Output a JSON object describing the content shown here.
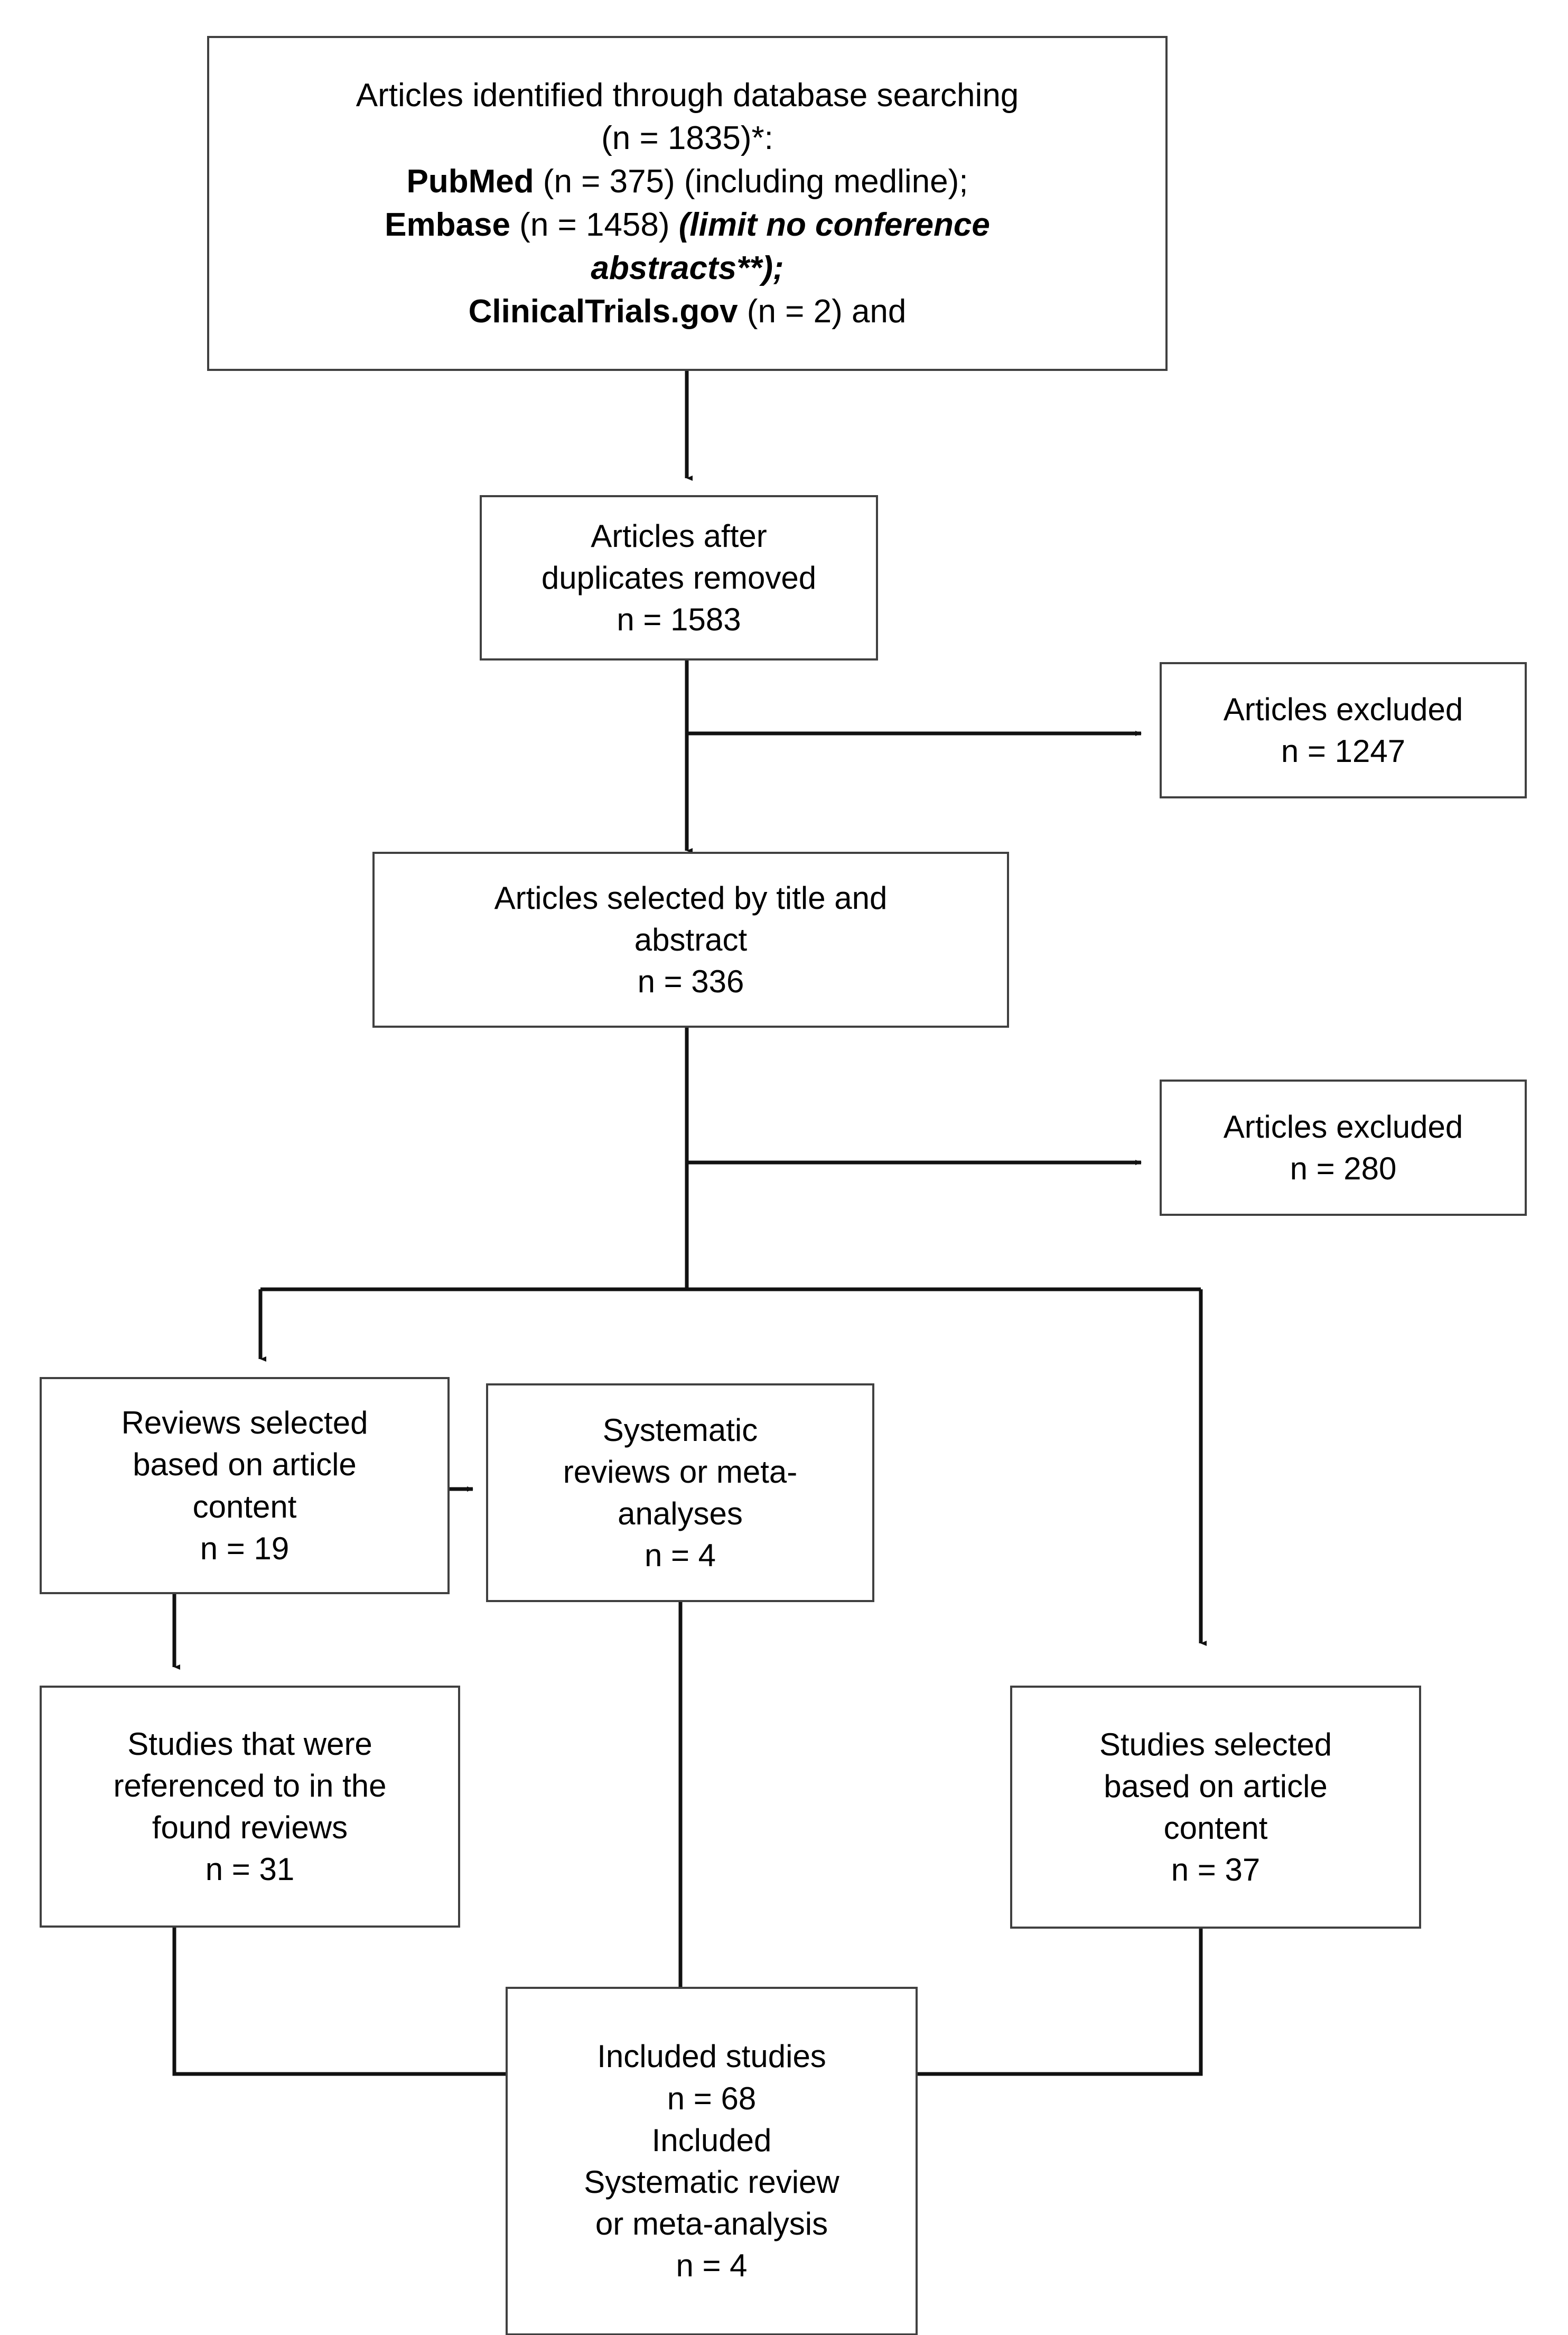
{
  "diagram": {
    "type": "prisma-flow-diagram",
    "title": "PRISMA study selection flow diagram",
    "colors": {
      "box_border": "#404040",
      "connector": "#1a1a1a",
      "background": "#ffffff",
      "text": "#000000"
    }
  },
  "nodes": {
    "identified": {
      "id": "articles-identified",
      "lines": [
        "Articles identified through database searching",
        "(n = 1835)*:",
        "PubMed (n = 375) (including medline);",
        "Embase (n = 1458) (limit no conference",
        "abstracts**);",
        "ClinicalTrials.gov (n = 2) and"
      ],
      "line1": "Articles identified through database searching",
      "line2": "(n = 1835)*:",
      "pubmed_label": "PubMed",
      "pubmed_rest": " (n = 375) (including medline);",
      "embase_label": "Embase",
      "embase_count": " (n = 1458) ",
      "embase_italic": "(limit no conference",
      "embase_italic2": "abstracts**);",
      "ct_label": "ClinicalTrials.gov",
      "ct_rest": " (n = 2) and"
    },
    "duplicates": {
      "id": "articles-after-duplicates",
      "line1": "Articles after",
      "line2": "duplicates removed",
      "line3": "n = 1583"
    },
    "excluded_1": {
      "id": "articles-excluded-1",
      "line1": "Articles excluded",
      "line2": "n = 1247"
    },
    "selected_title_abstract": {
      "id": "articles-selected-title-abstract",
      "line1": "Articles selected by title and",
      "line2": "abstract",
      "line3": "n = 336"
    },
    "excluded_2": {
      "id": "articles-excluded-2",
      "line1": "Articles excluded",
      "line2": "n = 280"
    },
    "reviews_selected": {
      "id": "reviews-selected-article-content",
      "line1": "Reviews selected",
      "line2": "based on article",
      "line3": "content",
      "line4": "n = 19"
    },
    "systematic_reviews": {
      "id": "systematic-reviews-meta-analyses",
      "line1": "Systematic",
      "line2": "reviews or meta-",
      "line3": "analyses",
      "line4": "n = 4"
    },
    "referenced_studies": {
      "id": "studies-referenced-in-found-reviews",
      "line1": "Studies that were",
      "line2": "referenced to in the",
      "line3": "found reviews",
      "line4": "n = 31"
    },
    "studies_selected": {
      "id": "studies-selected-article-content",
      "line1": "Studies selected",
      "line2": "based on article",
      "line3": "content",
      "line4": "n = 37"
    },
    "included": {
      "id": "included-studies",
      "line1": "Included studies",
      "line2": "n = 68",
      "line3": "Included",
      "line4": "Systematic review",
      "line5": "or meta-analysis",
      "line6": "n = 4"
    }
  },
  "chart_data": {
    "type": "diagram",
    "title": "PRISMA flow of article selection",
    "stages": [
      {
        "label": "Articles identified through database searching",
        "n": 1835
      },
      {
        "label": "PubMed (including medline)",
        "n": 375
      },
      {
        "label": "Embase (limit no conference abstracts)",
        "n": 1458
      },
      {
        "label": "ClinicalTrials.gov",
        "n": 2
      },
      {
        "label": "Articles after duplicates removed",
        "n": 1583
      },
      {
        "label": "Articles excluded",
        "n": 1247
      },
      {
        "label": "Articles selected by title and abstract",
        "n": 336
      },
      {
        "label": "Articles excluded",
        "n": 280
      },
      {
        "label": "Reviews selected based on article content",
        "n": 19
      },
      {
        "label": "Systematic reviews or meta-analyses",
        "n": 4
      },
      {
        "label": "Studies that were referenced to in the found reviews",
        "n": 31
      },
      {
        "label": "Studies selected based on article content",
        "n": 37
      },
      {
        "label": "Included studies",
        "n": 68
      },
      {
        "label": "Included Systematic review or meta-analysis",
        "n": 4
      }
    ]
  }
}
